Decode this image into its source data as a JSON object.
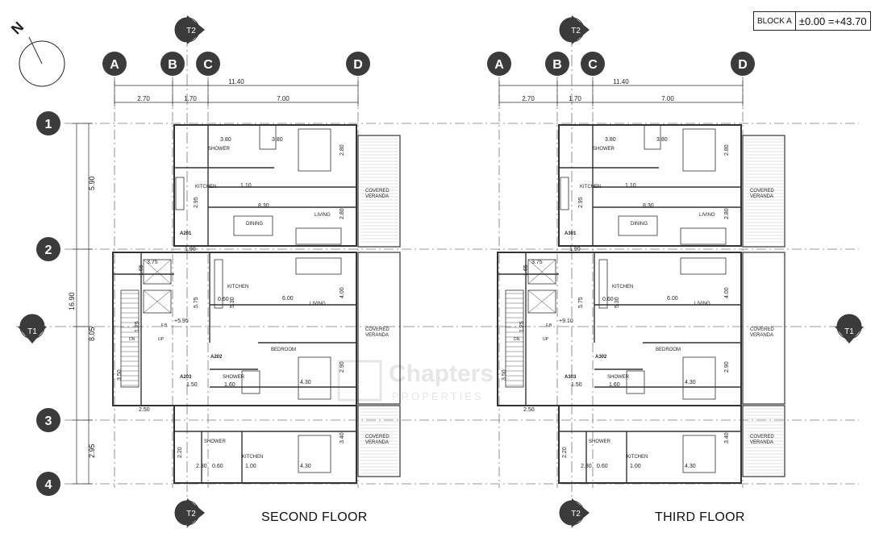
{
  "block_label": "BLOCK A",
  "level_label": "±0.00 =+43.70",
  "north_label": "N",
  "grid_letters": [
    "A",
    "B",
    "C",
    "D"
  ],
  "grid_numbers": [
    "1",
    "2",
    "3",
    "4"
  ],
  "section_marks": [
    "T1",
    "T2"
  ],
  "dims_top": {
    "total": "11.40",
    "parts": [
      "2.70",
      "1.70",
      "7.00"
    ]
  },
  "dims_side": [
    "5.90",
    "16.90",
    "8.05",
    "2.95"
  ],
  "watermark": {
    "line1": "Chapters",
    "line2": "PROPERTIES"
  },
  "floors": [
    {
      "title": "SECOND FLOOR",
      "level_mark": "+5.95",
      "unit_codes": [
        "A201",
        "A202",
        "A203"
      ]
    },
    {
      "title": "THIRD FLOOR",
      "level_mark": "+9.10",
      "unit_codes": [
        "A301",
        "A302",
        "A303"
      ]
    }
  ],
  "room_labels": {
    "shower": "SHOWER",
    "kitchen": "KITCHEN",
    "dining": "DINING",
    "living": "LIVING",
    "bedroom": "BEDROOM",
    "veranda": "COVERED VERANDA",
    "dn": "DN",
    "up": "UP",
    "fb": "F.B"
  },
  "room_dims": [
    "3.80",
    "3.80",
    "1.10",
    "8.30",
    "2.80",
    "2.80",
    "1.90",
    "3.75",
    "6.00",
    "4.00",
    "5.75",
    "5.30",
    "4.30",
    "2.90",
    "1.60",
    "1.50",
    "2.50",
    "2.30",
    "1.00",
    "4.30",
    "3.40",
    "2.20",
    "1.25",
    "3.50",
    "1.65",
    "2.95",
    "0.60",
    "0.60"
  ]
}
